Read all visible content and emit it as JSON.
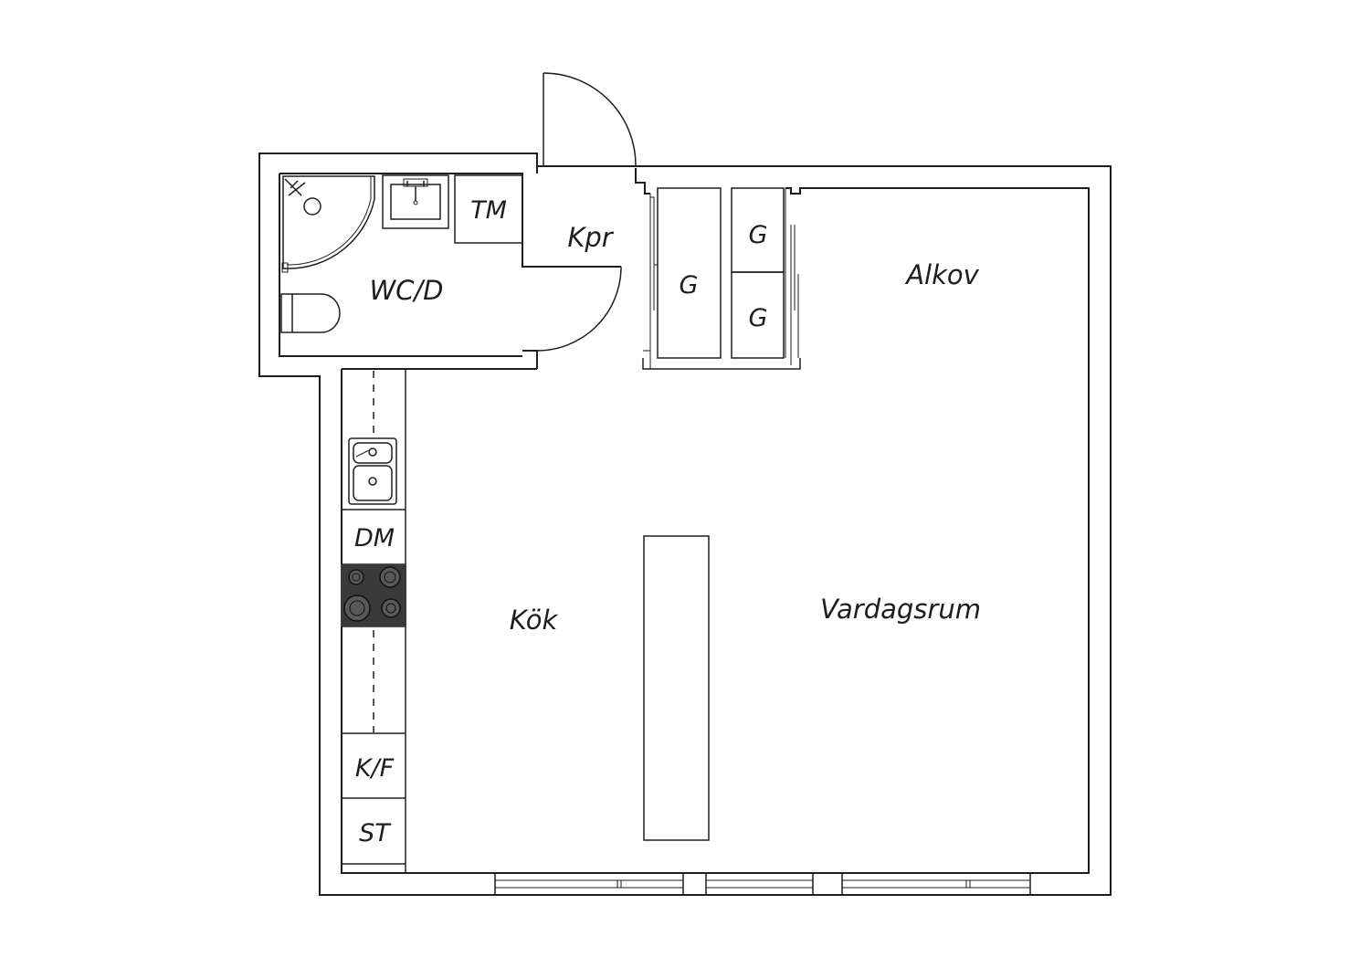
{
  "labels": {
    "wc": "WC/D",
    "tm": "TM",
    "kpr": "Kpr",
    "g1": "G",
    "g2": "G",
    "g3": "G",
    "alkov": "Alkov",
    "dm": "DM",
    "kok": "Kök",
    "vardagsrum": "Vardagsrum",
    "kf": "K/F",
    "st": "ST"
  },
  "colors": {
    "line": "#1e1e1e",
    "stove": "#3a3a3a",
    "background": "#ffffff"
  },
  "icons": [
    "shower-icon",
    "washbasin-icon",
    "toilet-icon",
    "kitchen-sink-icon",
    "stove-icon",
    "door-swing-icon",
    "window-icon"
  ]
}
